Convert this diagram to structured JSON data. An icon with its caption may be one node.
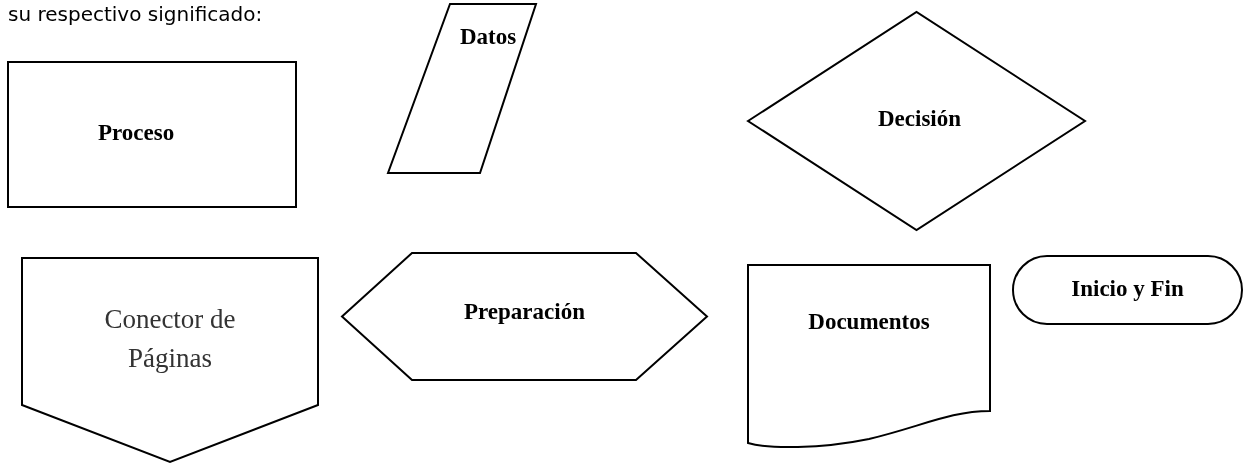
{
  "diagram": {
    "nodes": [
      {
        "text": [
          "Proceso"
        ]
      },
      {
        "text": [
          "Datos"
        ]
      },
      {
        "text": [
          "Decisión"
        ]
      },
      {
        "text": [
          "Conector de Páginas"
        ]
      },
      {
        "text": [
          "Preparación"
        ]
      },
      {
        "text": [
          "Inicio y Fin"
        ]
      },
      {
        "text": [
          "Documentos"
        ]
      }
    ],
    "labels": [
      "su respectivo significado:"
    ]
  }
}
